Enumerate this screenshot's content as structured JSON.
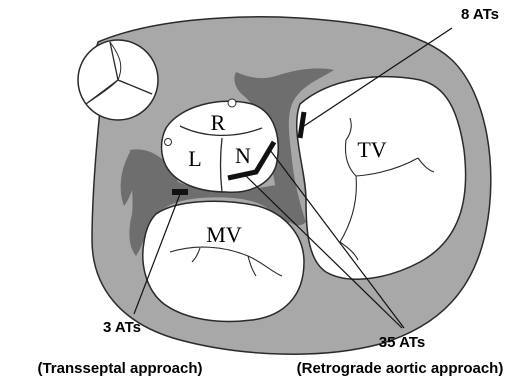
{
  "colors": {
    "background": "#ffffff",
    "tissue_fill": "#a8a8a8",
    "septum_fill": "#6e6e6e",
    "outline": "#2a2a2a",
    "marker": "#111111"
  },
  "valves": {
    "aortic_cusp_right": "R",
    "aortic_cusp_left": "L",
    "aortic_cusp_noncoronary": "N",
    "tricuspid": "TV",
    "mitral": "MV"
  },
  "annotations": {
    "top_right": {
      "count": "8 ATs"
    },
    "bottom_left": {
      "count": "3 ATs",
      "approach": "(Transseptal approach)"
    },
    "bottom_right": {
      "count": "35 ATs",
      "approach": "(Retrograde aortic approach)"
    }
  }
}
